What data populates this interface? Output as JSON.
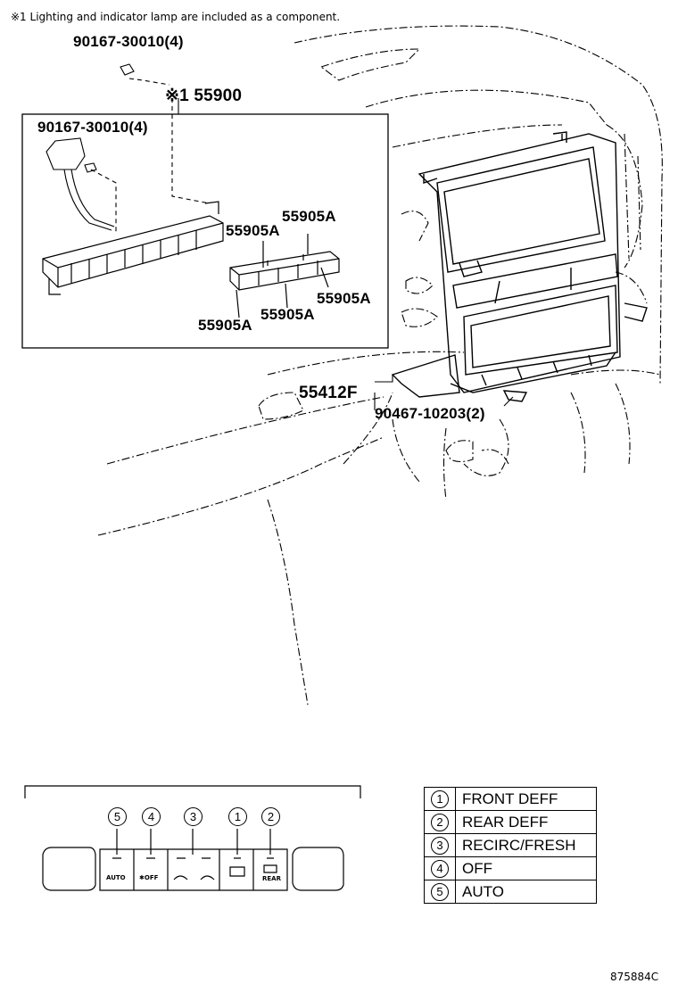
{
  "note": "※1 Lighting and indicator lamp are included as a component.",
  "parts": {
    "screw_top": "90167-30010(4)",
    "assembly": "※1 55900",
    "screw_inner": "90167-30010(4)",
    "bulb_1": "55905A",
    "bulb_2": "55905A",
    "bulb_3": "55905A",
    "bulb_4": "55905A",
    "bulb_5": "55905A",
    "panel": "55412F",
    "clip": "90467-10203(2)"
  },
  "switch_panel": {
    "callouts": [
      "5",
      "4",
      "3",
      "1",
      "2"
    ],
    "auto_label": "AUTO",
    "off_label": "✱OFF",
    "rear_label": "REAR"
  },
  "legend": [
    {
      "num": "1",
      "label": "FRONT DEFF"
    },
    {
      "num": "2",
      "label": "REAR DEFF"
    },
    {
      "num": "3",
      "label": "RECIRC/FRESH"
    },
    {
      "num": "4",
      "label": "OFF"
    },
    {
      "num": "5",
      "label": "AUTO"
    }
  ],
  "diagram_code": "875884C"
}
